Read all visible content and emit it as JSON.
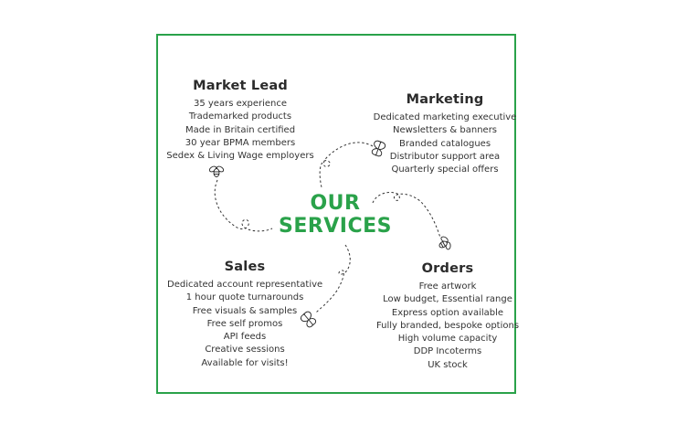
{
  "center": {
    "line1": "OUR",
    "line2": "SERVICES"
  },
  "market_lead": {
    "title": "Market Lead",
    "items": [
      "35 years experience",
      "Trademarked products",
      "Made in Britain certified",
      "30 year BPMA members",
      "Sedex & Living Wage employers"
    ]
  },
  "marketing": {
    "title": "Marketing",
    "items": [
      "Dedicated marketing executive",
      "Newsletters & banners",
      "Branded catalogues",
      "Distributor support area",
      "Quarterly special offers"
    ]
  },
  "sales": {
    "title": "Sales",
    "items": [
      "Dedicated account representative",
      "1 hour quote turnarounds",
      "Free visuals & samples",
      "Free self promos",
      "API feeds",
      "Creative sessions",
      "Available for visits!"
    ]
  },
  "orders": {
    "title": "Orders",
    "items": [
      "Free artwork",
      "Low budget, Essential range",
      "Express option available",
      "Fully branded, bespoke options",
      "High volume capacity",
      "DDP Incoterms",
      "UK stock"
    ]
  },
  "colors": {
    "accent": "#2aa24a",
    "text": "#2b2b2b"
  },
  "icons": [
    "bee-icon",
    "moth-icon",
    "bee-icon",
    "moth-icon"
  ]
}
